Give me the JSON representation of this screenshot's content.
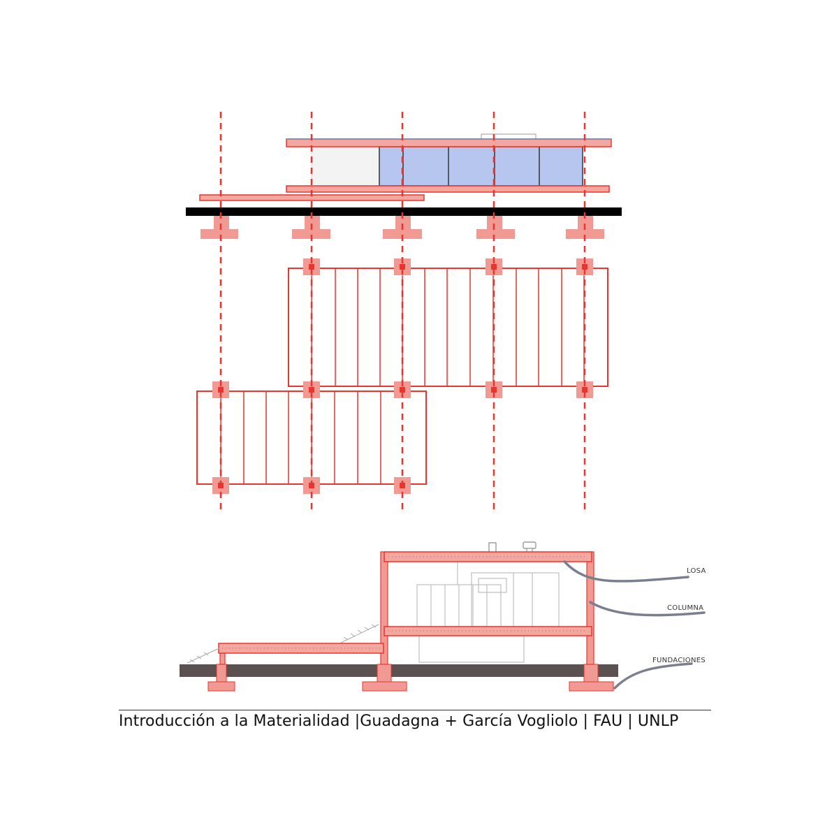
{
  "labels": {
    "losa": "LOSA",
    "columna": "COLUMNA",
    "fundaciones": "FUNDACIONES"
  },
  "caption": "Introducción a la Materialidad |Guadagna + García Vogliolo | FAU | UNLP",
  "colors": {
    "structure": "#e8352f",
    "structure_light": "#f09a93",
    "glass": "#b7c6ee",
    "ground": "#000000",
    "ground_section": "#5b5150",
    "leader": "#7a7f8f"
  }
}
